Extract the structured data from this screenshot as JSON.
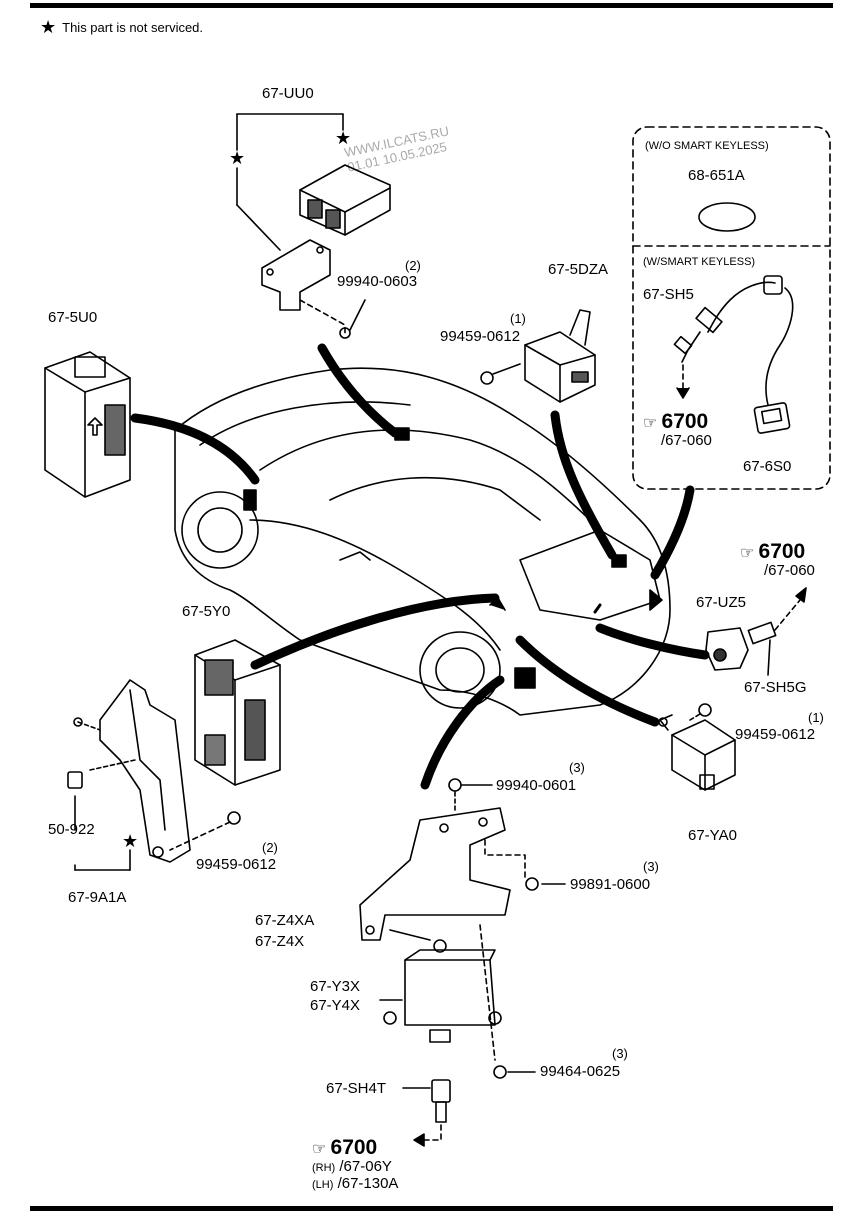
{
  "note": {
    "star": "★",
    "text": "This part is not serviced."
  },
  "watermark": {
    "line1": "WWW.ILCATS.RU",
    "line2": "01.01 10.05.2025"
  },
  "inset": {
    "top_title": "(W/O SMART KEYLESS)",
    "top_part": "68-651A",
    "bottom_title": "(W/SMART KEYLESS)",
    "part_sh5": "67-SH5",
    "part_6s0": "67-6S0",
    "ref_num": "6700",
    "ref_sub": "/67-060"
  },
  "labels": {
    "uu0": "67-UU0",
    "bolt_0603": "99940-0603",
    "bolt_0603_qty": "(2)",
    "u50": "67-5U0",
    "dza": "67-5DZA",
    "bolt_0612_top": "99459-0612",
    "bolt_0612_top_qty": "(1)",
    "y50": "67-5Y0",
    "uz5": "67-UZ5",
    "sh5g": "67-SH5G",
    "ref2_num": "6700",
    "ref2_sub": "/67-060",
    "bolt_0612_right": "99459-0612",
    "bolt_0612_right_qty": "(1)",
    "ya0": "67-YA0",
    "p50922": "50-922",
    "p9a1a": "67-9A1A",
    "bolt_0612_left": "99459-0612",
    "bolt_0612_left_qty": "(2)",
    "bolt_0601": "99940-0601",
    "bolt_0601_qty": "(3)",
    "nut_0600": "99891-0600",
    "nut_0600_qty": "(3)",
    "z4xa": "67-Z4XA",
    "z4x": "67-Z4X",
    "y3x": "67-Y3X",
    "y4x": "67-Y4X",
    "bolt_0625": "99464-0625",
    "bolt_0625_qty": "(3)",
    "sh4t": "67-SH4T",
    "ref3_num": "6700",
    "ref3_rh": "(RH)",
    "ref3_rh_sub": "/67-06Y",
    "ref3_lh": "(LH)",
    "ref3_lh_sub": "/67-130A"
  }
}
